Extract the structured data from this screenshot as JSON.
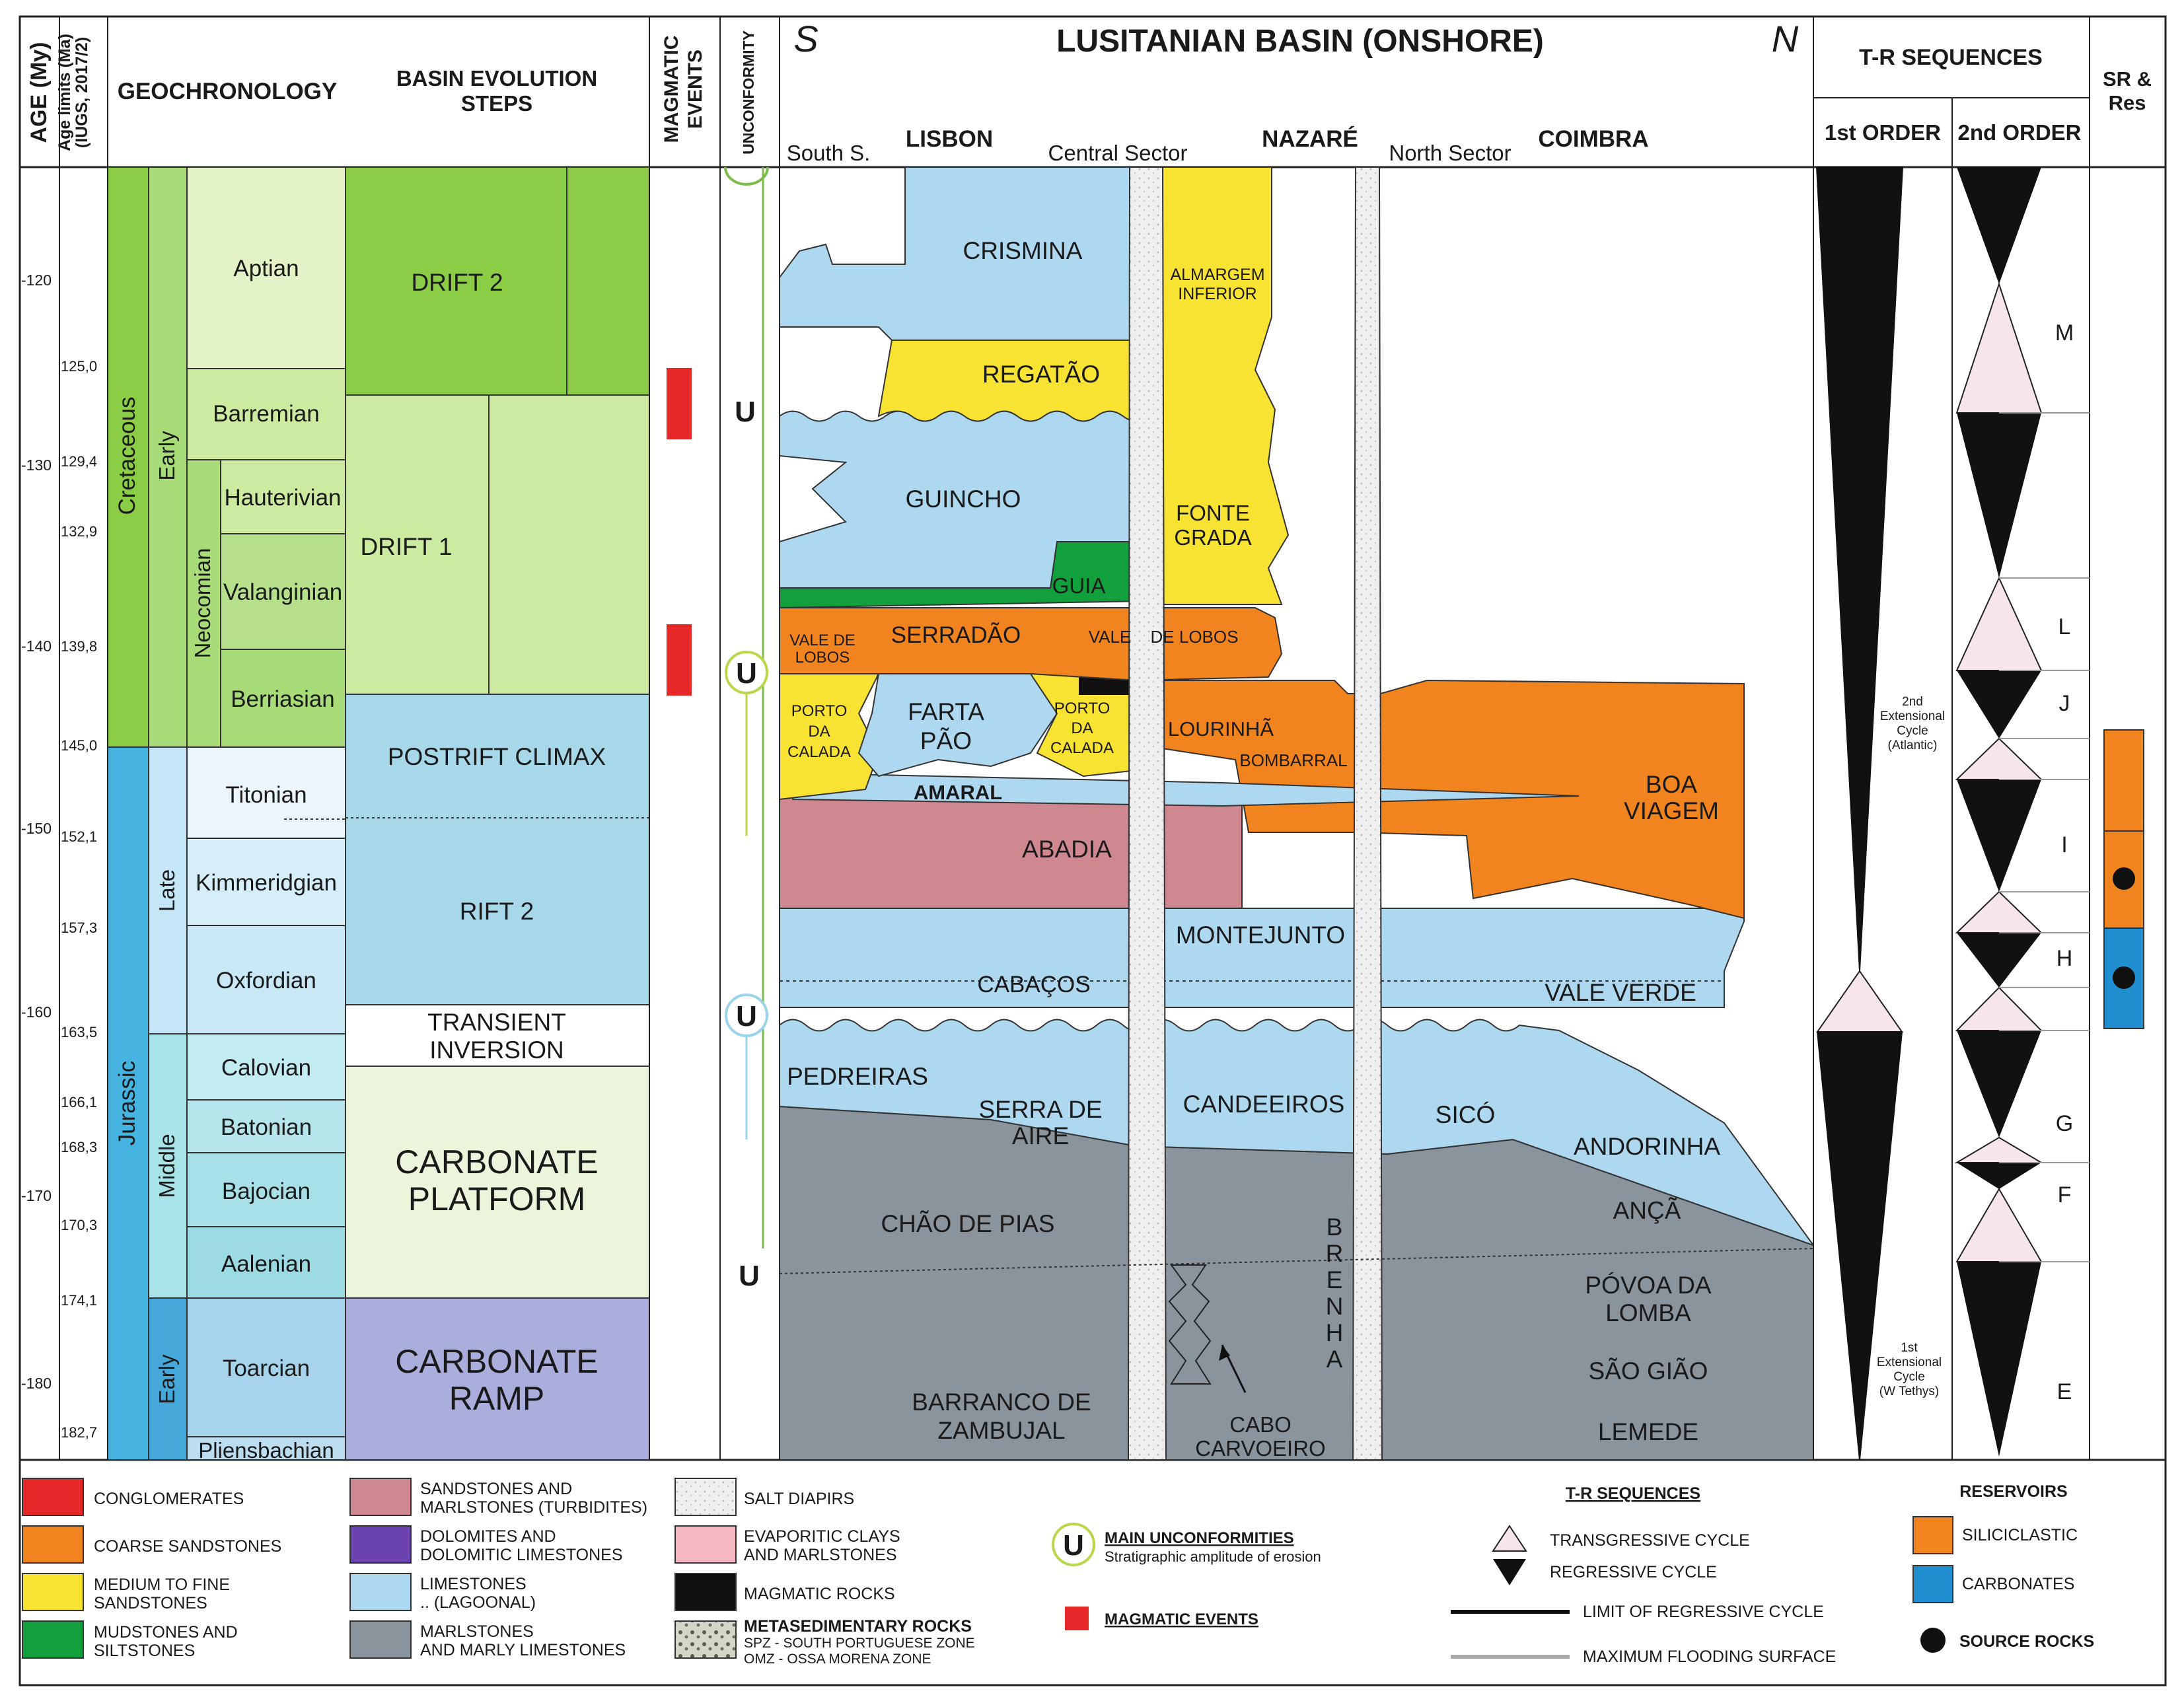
{
  "colors": {
    "light_green": "#cdeba0",
    "green": "#8ccd48",
    "mid_green": "#a8dc78",
    "blue": "#46b4e0",
    "light_blue": "#aed8f0",
    "pale_blue": "#dff0fa",
    "mid_blue": "#a6d8ea",
    "lavender": "#aaaedc",
    "pale_green": "#ebf5dc",
    "yellow": "#f8e332",
    "orange": "#f2841f",
    "pink": "#d08890",
    "dark_green": "#12a03c",
    "grey": "#8a949c",
    "red": "#e62828",
    "black": "#111111"
  },
  "headers": {
    "age": "AGE (My)",
    "age_limits": [
      "Age limits (Ma)",
      "(IUGS, 2017/2)"
    ],
    "geochronology": "GEOCHRONOLOGY",
    "basin_steps": [
      "BASIN EVOLUTION",
      "STEPS"
    ],
    "magmatic": [
      "MAGMATIC",
      "EVENTS"
    ],
    "unconformity": "UNCONFORMITY",
    "title": "LUSITANIAN BASIN (ONSHORE)",
    "south": "S",
    "north": "N",
    "tr": "T-R SEQUENCES",
    "first_order": "1st ORDER",
    "second_order": "2nd ORDER",
    "sr": [
      "SR &",
      "Res"
    ]
  },
  "subheaders": {
    "south_s": "South S.",
    "lisbon": "LISBON",
    "central": "Central Sector",
    "nazare": "NAZARÉ",
    "north": "North Sector",
    "coimbra": "COIMBRA"
  },
  "age_ticks": [
    "-120",
    "-130",
    "-140",
    "-150",
    "-160",
    "-170",
    "-180"
  ],
  "age_limits": [
    "125,0",
    "129,4",
    "132,9",
    "139,8",
    "145,0",
    "152,1",
    "157,3",
    "163,5",
    "166,1",
    "168,3",
    "170,3",
    "174,1",
    "182,7"
  ],
  "periods": [
    "Cretaceous",
    "Jurassic"
  ],
  "epochs": [
    "Early",
    "Neocomian",
    "Late",
    "Middle",
    "Early"
  ],
  "stages": [
    "Aptian",
    "Barremian",
    "Hauterivian",
    "Valanginian",
    "Berriasian",
    "Titonian",
    "Kimmeridgian",
    "Oxfordian",
    "Calovian",
    "Batonian",
    "Bajocian",
    "Aalenian",
    "Toarcian",
    "Pliensbachian"
  ],
  "basin_steps": [
    "DRIFT 2",
    "DRIFT 1",
    "POSTRIFT CLIMAX",
    "RIFT 2",
    "TRANSIENT",
    "INVERSION",
    "CARBONATE",
    "PLATFORM",
    "CARBONATE",
    "RAMP"
  ],
  "unconformity_marks": [
    "U",
    "U",
    "U",
    "U"
  ],
  "formations": [
    "CRISMINA",
    "ALMARGEM",
    "INFERIOR",
    "REGATÃO",
    "GUINCHO",
    "FONTE",
    "GRADA",
    "GUIA",
    "VALE DE",
    "LOBOS",
    "SERRADÃO",
    "VALE",
    "DE LOBOS",
    "PORTO",
    "DA",
    "CALADA",
    "FARTA",
    "PÃO",
    "PORTO",
    "DA",
    "CALADA",
    "LOURINHÃ",
    "BOMBARRAL",
    "AMARAL",
    "BOA",
    "VIAGEM",
    "ABADIA",
    "MONTEJUNTO",
    "CABAÇOS",
    "VALE VERDE",
    "PEDREIRAS",
    "SERRA DE",
    "AIRE",
    "CANDEEIROS",
    "SICÓ",
    "ANDORINHA",
    "ANÇÃ",
    "CHÃO DE PIAS",
    "PÓVOA DA",
    "LOMBA",
    "SÃO GIÃO",
    "BARRANCO DE",
    "ZAMBUJAL",
    "CABO",
    "CARVOEIRO",
    "LEMEDE"
  ],
  "brenha": [
    "B",
    "R",
    "E",
    "N",
    "H",
    "A"
  ],
  "cycle_letters": [
    "M",
    "L",
    "J",
    "I",
    "H",
    "G",
    "F",
    "E"
  ],
  "cycle_notes": {
    "second": [
      "2nd",
      "Extensional",
      "Cycle",
      "(Atlantic)"
    ],
    "first": [
      "1st",
      "Extensional",
      "Cycle",
      "(W Tethys)"
    ]
  },
  "legend": {
    "lithology": [
      "CONGLOMERATES",
      "COARSE SANDSTONES",
      "MEDIUM TO FINE",
      "SANDSTONES",
      "MUDSTONES AND",
      "SILTSTONES",
      "SANDSTONES AND",
      "MARLSTONES (TURBIDITES)",
      "DOLOMITES AND",
      "DOLOMITIC LIMESTONES",
      "LIMESTONES",
      ".. (LAGOONAL)",
      "MARLSTONES",
      "AND MARLY LIMESTONES",
      "SALT DIAPIRS",
      "EVAPORITIC CLAYS",
      "AND MARLSTONES",
      "MAGMATIC ROCKS",
      "METASEDIMENTARY ROCKS",
      "SPZ - SOUTH PORTUGUESE ZONE",
      "OMZ - OSSA MORENA ZONE"
    ],
    "unconformity_title": "MAIN UNCONFORMITIES",
    "unconformity_sub": "Stratigraphic amplitude of erosion",
    "magmatic": "MAGMATIC EVENTS",
    "tr_title": "T-R SEQUENCES",
    "tr_items": [
      "TRANSGRESSIVE CYCLE",
      "REGRESSIVE CYCLE",
      "LIMIT OF REGRESSIVE CYCLE",
      "MAXIMUM FLOODING SURFACE"
    ],
    "res_title": "RESERVOIRS",
    "res_items": [
      "SILICICLASTIC",
      "CARBONATES",
      "SOURCE ROCKS"
    ]
  }
}
